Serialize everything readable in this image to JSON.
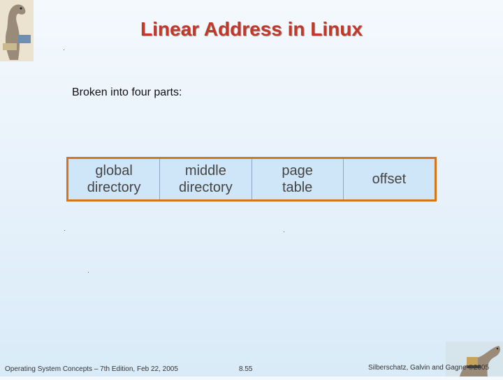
{
  "slide": {
    "title": "Linear Address in Linux",
    "bullet": "Broken into four parts:",
    "address_parts": [
      {
        "line1": "global",
        "line2": "directory"
      },
      {
        "line1": "middle",
        "line2": "directory"
      },
      {
        "line1": "page",
        "line2": "table"
      },
      {
        "line1": "",
        "line2": "offset"
      }
    ]
  },
  "footer": {
    "left": "Operating System Concepts – 7th Edition, Feb 22, 2005",
    "center": "8.55",
    "right": "Silberschatz, Galvin and Gagne ©2005"
  },
  "colors": {
    "title": "#c0392b",
    "box_border": "#d4761a",
    "box_fill": "#cfe6f8"
  }
}
